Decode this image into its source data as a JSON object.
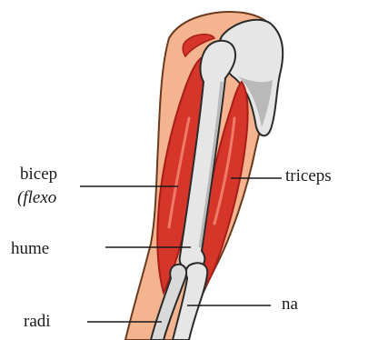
{
  "labels": {
    "biceps": "bicep",
    "biceps_sub": "(flexo",
    "triceps": "triceps",
    "humerus": "hume",
    "ulna": "na",
    "radius": "radi"
  },
  "colors": {
    "skin": "#f3b48f",
    "skin_outline": "#6a3a1e",
    "muscle": "#d6352a",
    "muscle_dark": "#a81e17",
    "bone": "#e6e6e6",
    "bone_shadow": "#b9b9b9",
    "outline": "#2a2a2a"
  }
}
